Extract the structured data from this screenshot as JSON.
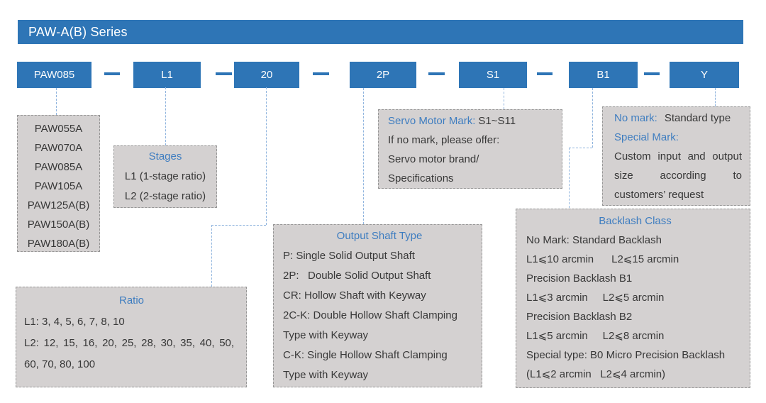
{
  "colors": {
    "accent_blue": "#2E75B6",
    "title_blue": "#3E7DC0",
    "gray_box_fill": "#D4D1D1",
    "gray_box_border": "#969696",
    "connector_blue": "#8FB4DE",
    "text_dark": "#383838"
  },
  "header": {
    "title": "PAW-A(B) Series"
  },
  "code_row": {
    "codes": [
      "PAW085",
      "L1",
      "20",
      "2P",
      "S1",
      "B1",
      "Y"
    ]
  },
  "boxes": {
    "models": {
      "lines": [
        "PAW055A",
        "PAW070A",
        "PAW085A",
        "PAW105A",
        "PAW125A(B)",
        "PAW150A(B)",
        "PAW180A(B)"
      ]
    },
    "stages": {
      "title": "Stages",
      "lines": [
        "L1 (1-stage ratio)",
        "L2 (2-stage ratio)"
      ]
    },
    "ratio": {
      "title": "Ratio",
      "lines": [
        "L1: 3, 4, 5, 6, 7, 8, 10",
        "L2: 12, 15, 16, 20, 25, 28, 30, 35, 40, 50,",
        "60, 70, 80, 100"
      ]
    },
    "output_shaft": {
      "title": "Output Shaft Type",
      "lines": [
        "P: Single Solid Output Shaft",
        "2P:   Double Solid Output Shaft",
        "CR: Hollow Shaft with Keyway",
        "2C-K: Double Hollow Shaft Clamping",
        "Type with Keyway",
        "C-K: Single Hollow Shaft Clamping",
        "Type with Keyway"
      ]
    },
    "servo": {
      "title": "Servo Motor Mark:",
      "title_value": "S1~S11",
      "lines": [
        "If no mark, please offer:",
        "Servo motor brand/",
        "Specifications"
      ]
    },
    "backlash": {
      "title": "Backlash Class",
      "lines": [
        "No Mark: Standard Backlash",
        "L1⩽10 arcmin      L2⩽15 arcmin",
        "Precision Backlash B1",
        "L1⩽3 arcmin     L2⩽5 arcmin",
        "Precision Backlash B2",
        "L1⩽5 arcmin     L2⩽8 arcmin",
        "Special type: B0 Micro Precision Backlash",
        "(L1⩽2 arcmin   L2⩽4 arcmin)"
      ]
    },
    "special": {
      "no_mark_label": "No mark:",
      "no_mark_value": "Standard type",
      "special_label": "Special Mark:",
      "body": "Custom input and output size according to customers’ request"
    }
  }
}
